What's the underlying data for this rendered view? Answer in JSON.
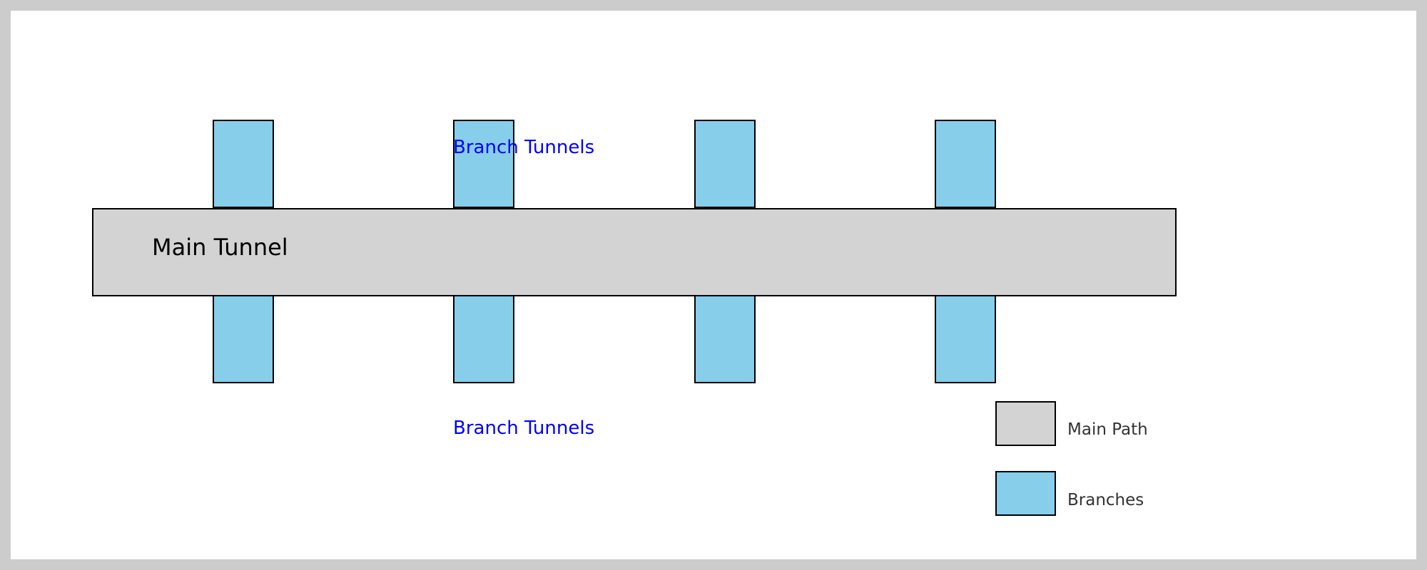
{
  "diagram": {
    "main_tunnel": {
      "label": "Main Tunnel",
      "fill": "#d3d3d3"
    },
    "branches": {
      "fill": "#87ceeb",
      "top_count": 4,
      "bottom_count": 4
    },
    "branch_labels": {
      "top": "Branch Tunnels",
      "bottom": "Branch Tunnels",
      "color": "#0000ff"
    }
  },
  "legend": {
    "items": [
      {
        "label": "Main Path",
        "color": "#d3d3d3"
      },
      {
        "label": "Branches",
        "color": "#87ceeb"
      }
    ]
  },
  "colors": {
    "frame": "#cccccc",
    "background": "#ffffff",
    "stroke": "#000000"
  }
}
